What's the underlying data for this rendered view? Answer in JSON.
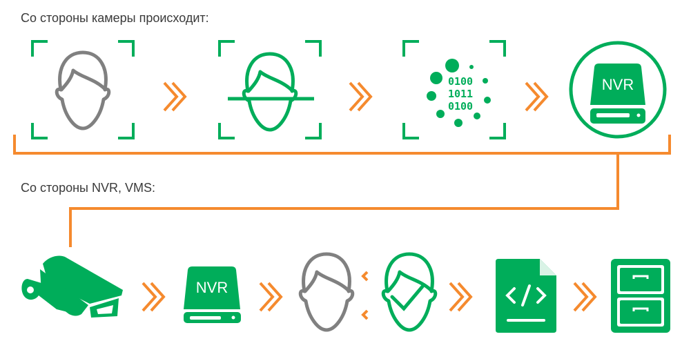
{
  "sections": {
    "camera_side_title": "Со стороны камеры происходит:",
    "nvr_side_title": "Со стороны NVR, VMS:"
  },
  "labels": {
    "nvr_top": "NVR",
    "nvr_bottom": "NVR",
    "binary": [
      "0100",
      "1011",
      "0100"
    ]
  },
  "colors": {
    "green": "#00ad5a",
    "orange": "#f58a2e",
    "gray": "#808080"
  }
}
